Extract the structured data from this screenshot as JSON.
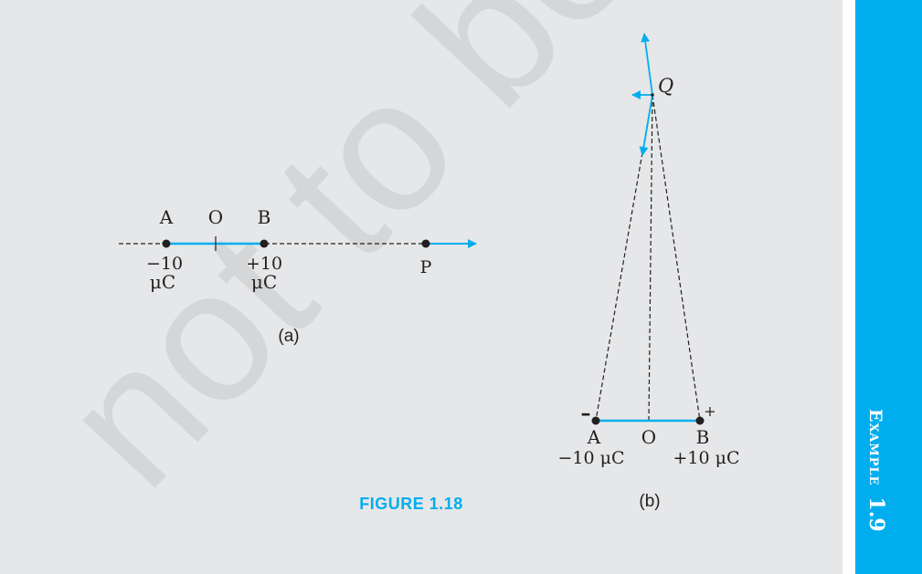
{
  "watermark": {
    "text": "not to be re"
  },
  "figure_caption": "FIGURE 1.18",
  "sidebar": {
    "word": "Example",
    "number": "1.9"
  },
  "colors": {
    "accent": "#00aeef",
    "canvas": "#e6e7e8",
    "ink": "#231f20",
    "watermark": "#d3d4d5"
  },
  "diagram_a": {
    "caption": "(a)",
    "label_A": "A",
    "label_O": "O",
    "label_B": "B",
    "label_P": "P",
    "charge_A_value": "−10",
    "charge_A_unit": "μC",
    "charge_B_value": "+10",
    "charge_B_unit": "μC"
  },
  "diagram_b": {
    "caption": "(b)",
    "label_Q": "Q",
    "label_A": "A",
    "label_O": "O",
    "label_B": "B",
    "sign_minus": "–",
    "sign_plus": "+",
    "charge_A": "−10 μC",
    "charge_B": "+10 μC"
  }
}
